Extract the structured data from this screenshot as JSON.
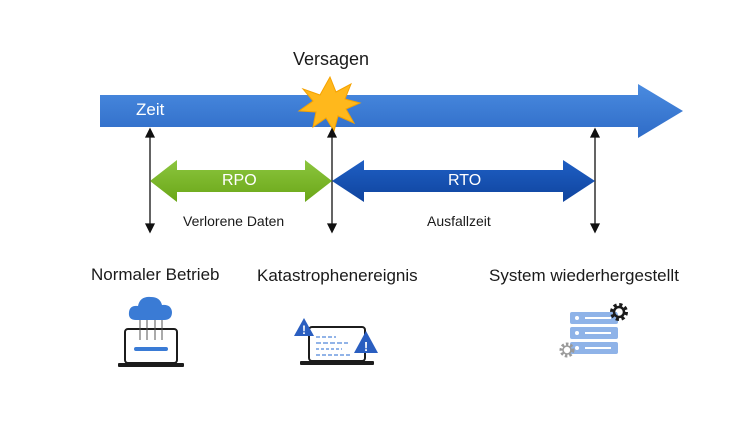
{
  "timeline": {
    "label": "Zeit",
    "color": "#3a7bd5"
  },
  "failure": {
    "label": "Versagen",
    "color": "#ffb81c"
  },
  "rpo": {
    "label": "RPO",
    "caption": "Verlorene Daten",
    "color": "#7ab51d"
  },
  "rto": {
    "label": "RTO",
    "caption": "Ausfallzeit",
    "color": "#1450b4"
  },
  "stages": [
    {
      "label": "Normaler Betrieb",
      "icon": "cloud-laptop-icon"
    },
    {
      "label": "Katastrophenereignis",
      "icon": "laptop-warning-icon"
    },
    {
      "label": "System wiederhergestellt",
      "icon": "server-gear-icon"
    }
  ]
}
